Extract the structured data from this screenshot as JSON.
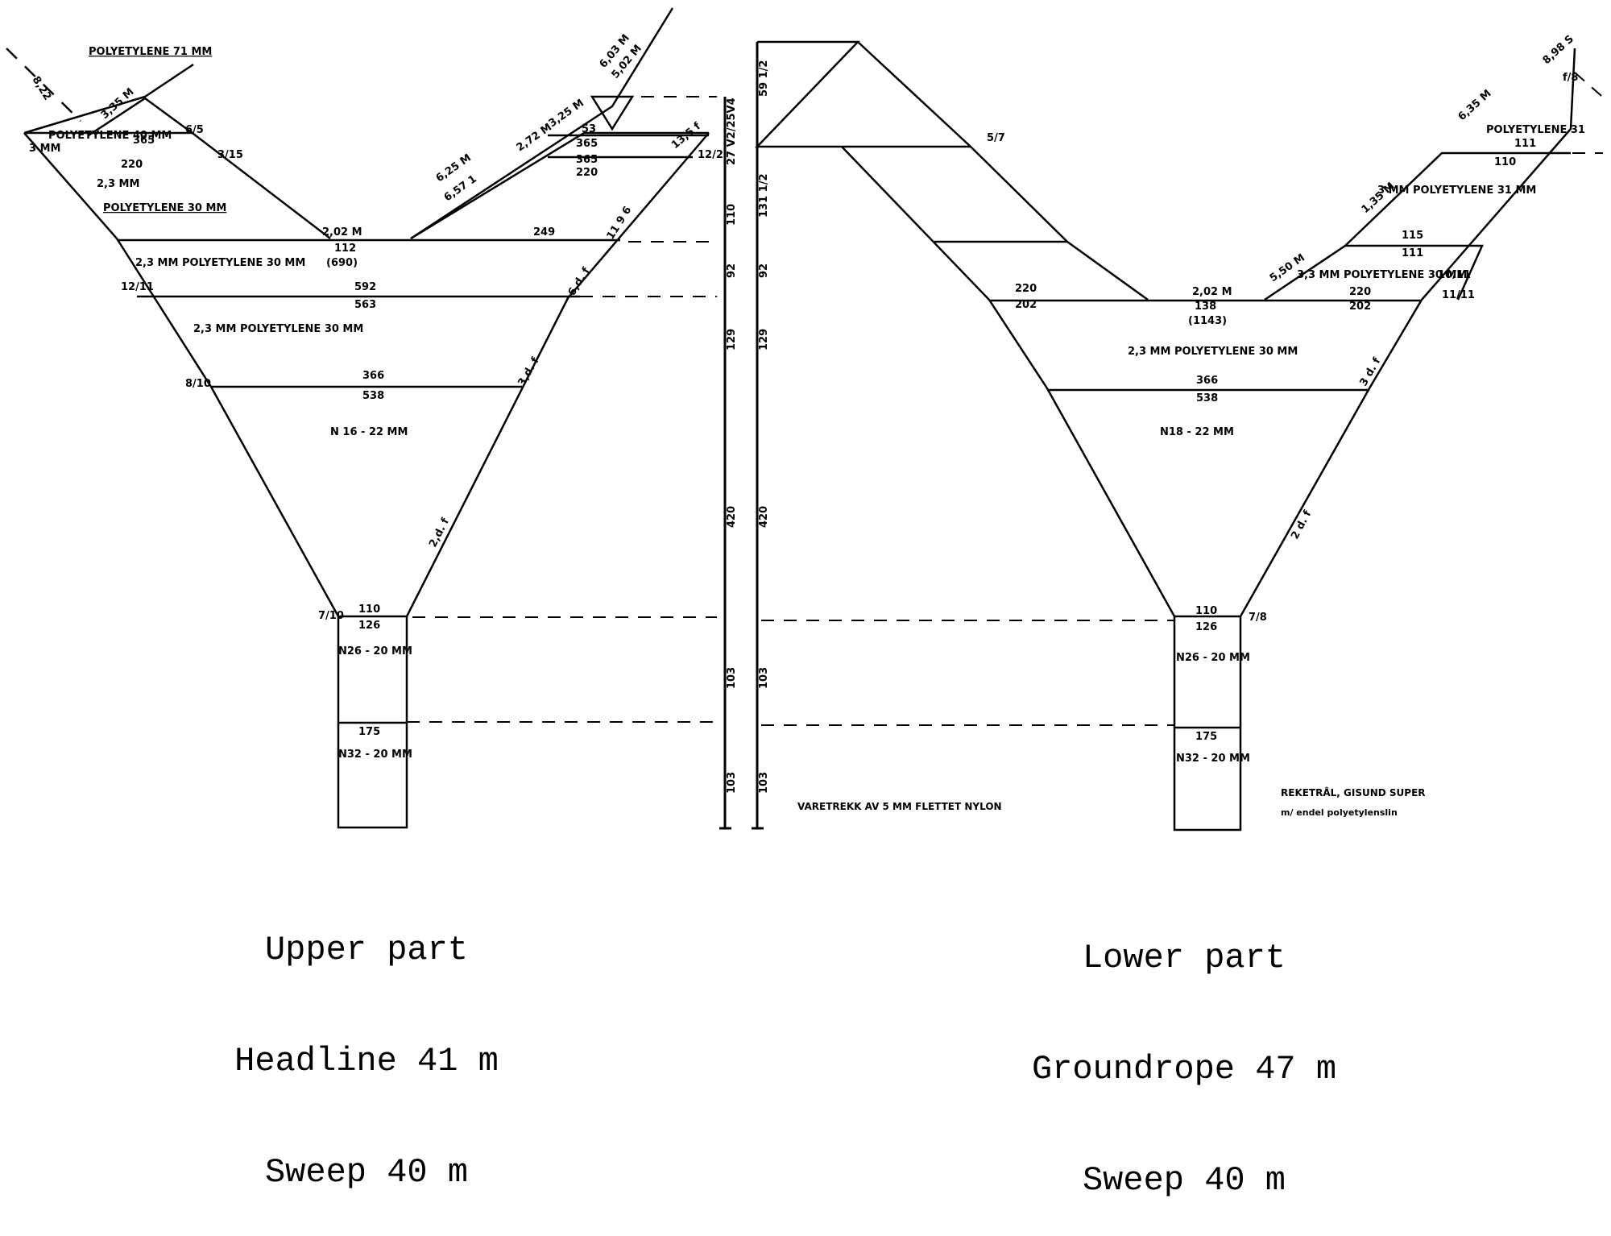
{
  "upper": {
    "caption": [
      "Upper part",
      "Headline 41 m",
      "Sweep 40 m"
    ],
    "labels": {
      "poly_top": "POLYETYLENE 71 MM",
      "poly_wing": "POLYETYLENE 40 MM",
      "mm3": "3 MM",
      "dim_822": "8,22",
      "dim_335": "3,35 M",
      "mesh_365": "365",
      "mesh_220": "220",
      "frac_6_5": "6/5",
      "frac_3_15": "3/15",
      "mm23": "2,3 MM",
      "poly_30a": "POLYETYLENE 30 MM",
      "r202m": "2,02 M",
      "r112": "112",
      "r690": "(690)",
      "r249": "249",
      "row_2a": "2,3 MM  POLYETYLENE 30 MM",
      "s12_11": "12/11",
      "s592": "592",
      "s563": "563",
      "row_2b": "2,3 MM  POLYETYLENE 30 MM",
      "s8_10": "8/10",
      "s366": "366",
      "s538": "538",
      "body": "N 16 - 22 MM",
      "f720": "7/10",
      "f110": "110",
      "f126": "126",
      "f_n26": "N26 - 20 MM",
      "f175": "175",
      "f_n32": "N32 - 20 MM",
      "dx_625": "6,25 M",
      "dx_657": "6,57 1",
      "dx_272": "2,72 M",
      "dx_325": "3,25 M",
      "dx_603": "6,03 M",
      "dx_502": "5,02 M",
      "dx_53": "53",
      "dx_365b": "365",
      "dx_365c": "365",
      "dx_220b": "220",
      "dx_1351": "13,5 f",
      "dx_122": "12/2",
      "dx_1196": "11 9 6",
      "dx_6d": "6,d. f",
      "dx_3d": "3,d. f",
      "dx_2d": "2,d. f"
    },
    "scale": [
      "27 V2/25V4",
      "110",
      "92",
      "129",
      "420",
      "103",
      "103"
    ]
  },
  "lower": {
    "caption": [
      "Lower part",
      "Groundrope 47 m",
      "Sweep 40 m"
    ],
    "labels": {
      "l5_7": "5/7",
      "l220": "220",
      "l202": "202",
      "l202m": "2,02 M",
      "l138": "138",
      "l1143": "(1143)",
      "l220b": "220",
      "l202b": "202",
      "l11": "11/11",
      "l_row": "2,3 MM  POLYETYLENE 30 MM",
      "l366": "366",
      "l538": "538",
      "l_body": "N18 - 22 MM",
      "l110": "110",
      "l126": "126",
      "l_n26": "N26 - 20 MM",
      "l7_8": "7/8",
      "l175": "175",
      "l_n32": "N32 - 20 MM",
      "l_note1": "REKETRÅL, GISUND SUPER",
      "l_note2": "m/ endel polyetylenslin",
      "l_poly3": "POLYETYLENE 31",
      "l111": "111",
      "l110b": "110",
      "l_3mm": "3 MM POLYETYLENE 31 MM",
      "l135": "1,35 M",
      "l115": "115",
      "l111b": "111",
      "l_poly2": "3,3 MM POLYETYLENE 30 MM",
      "l550": "5,50 M",
      "l635": "6,35 M",
      "l898": "8,98 S",
      "l_frac": "f/8",
      "l3d": "3 d. f",
      "l2d": "2 d. f",
      "l10_11": "10/11"
    },
    "scale": [
      "59 1/2",
      "131 1/2",
      "92",
      "129",
      "420",
      "103",
      "103"
    ]
  },
  "note_center": "VARETREKK AV 5 MM  FLETTET NYLON"
}
